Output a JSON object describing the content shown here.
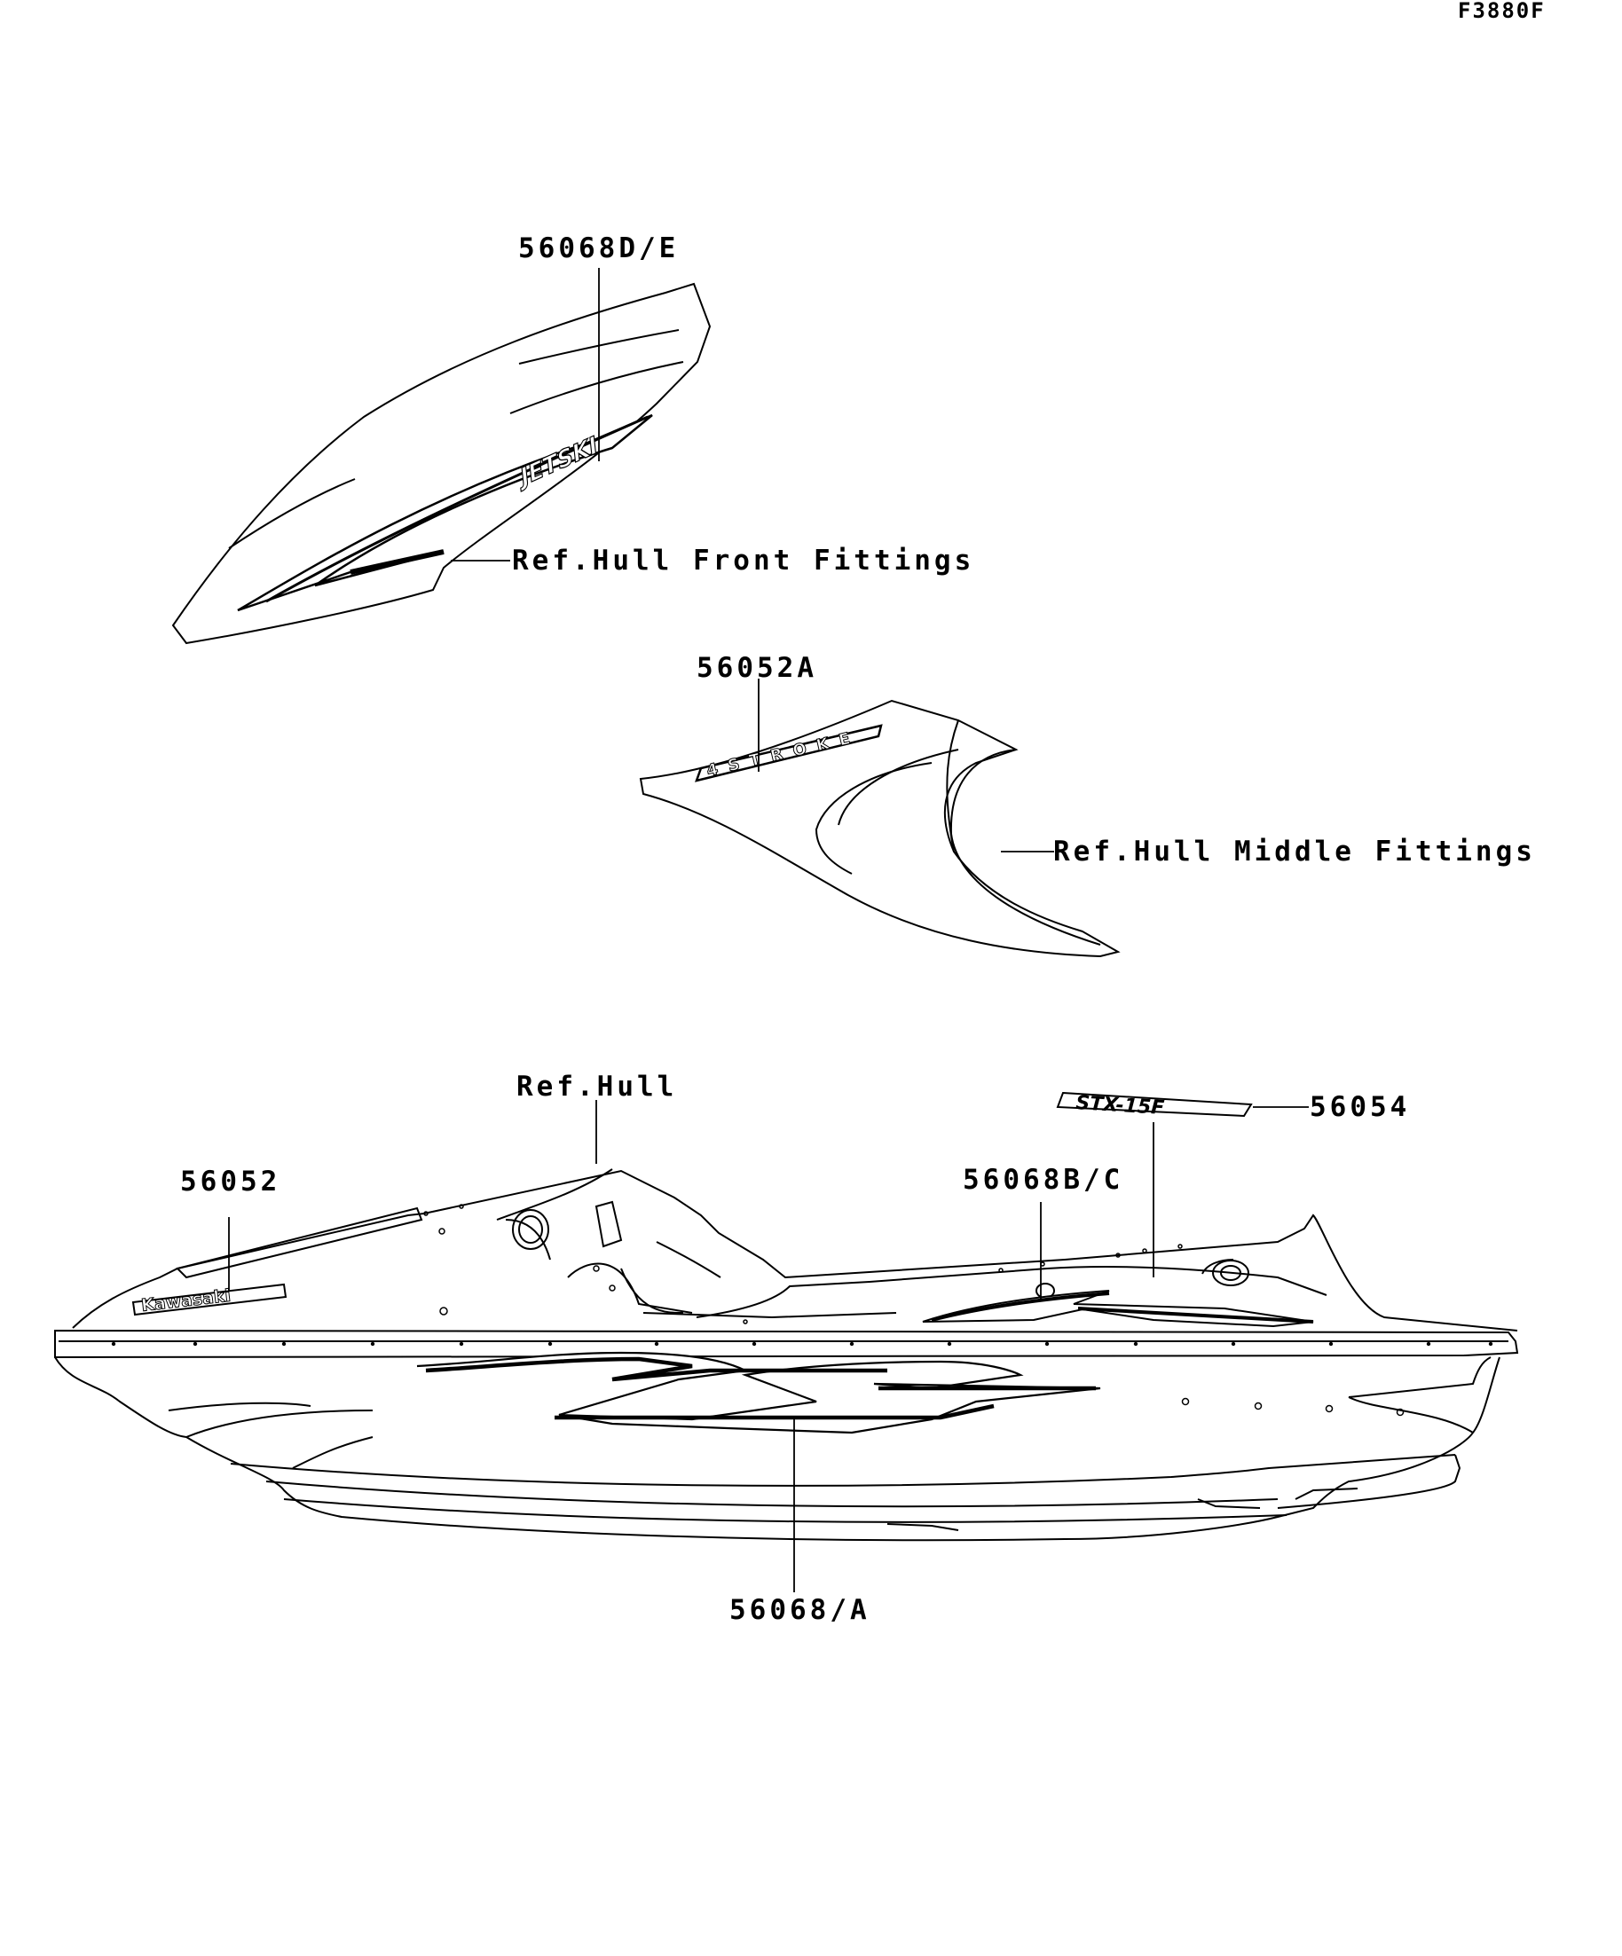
{
  "figure_id": "F3880F",
  "callouts": {
    "front_decal": "56068D/E",
    "ref_front": "Ref.Hull Front Fittings",
    "middle_decal": "56052A",
    "ref_middle": "Ref.Hull Middle Fittings",
    "ref_hull": "Ref.Hull",
    "hull_decal_left": "56052",
    "hull_decal_stx": "56054",
    "hull_decal_bc": "56068B/C",
    "hull_decal_a": "56068/A"
  },
  "decal_text": {
    "front_logo": "JETSKI",
    "middle_logo": "4STROKE",
    "brand_logo": "Kawasaki",
    "model_logo": "STX-15F"
  }
}
